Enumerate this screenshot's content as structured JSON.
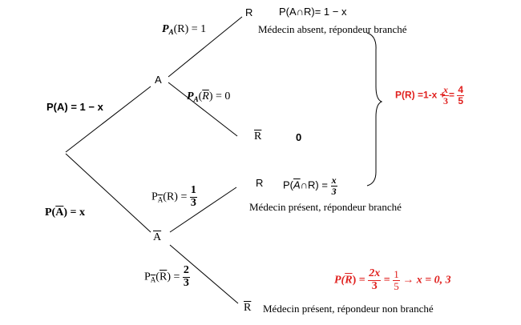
{
  "nodes": {
    "root_branch_a_prob": "P(A) = 1 − x",
    "root_branch_abar_prob_prefix": "P(",
    "root_branch_abar_letter": "A",
    "root_branch_abar_prob_suffix": ") = x",
    "node_a": "A",
    "node_abar": "A",
    "leaf_r_top": "R",
    "leaf_rbar_mid": "R",
    "leaf_r_lower": "R",
    "leaf_rbar_bottom": "R"
  },
  "branches": {
    "pa_r_prefix": "P",
    "pa_r_sub": "A",
    "pa_r_arg": "(R) = 1",
    "pa_rbar_prefix": "P",
    "pa_rbar_sub": "A",
    "pa_rbar_arg_open": "(",
    "pa_rbar_letter": "R",
    "pa_rbar_arg_close": ") = 0",
    "pabar_r_prefix": "P",
    "pabar_r_sub": "A",
    "pabar_r_arg": "(R) =",
    "pabar_r_num": "1",
    "pabar_r_den": "3",
    "pabar_rbar_prefix": "P",
    "pabar_rbar_sub": "A",
    "pabar_rbar_arg_open": "(",
    "pabar_rbar_letter": "R",
    "pabar_rbar_arg_close": ") =",
    "pabar_rbar_num": "2",
    "pabar_rbar_den": "3"
  },
  "outcomes": {
    "joint_a_r": "P(A∩R)= 1 − x",
    "desc_top": "Médecin absent, répondeur branché",
    "zero_value": "0",
    "joint_abar_r_prefix": "P(",
    "joint_abar_r_letter": "A",
    "joint_abar_r_suffix": "∩R) =",
    "joint_abar_r_num": "x",
    "joint_abar_r_den": "3",
    "desc_mid": "Médecin présent, répondeur branché",
    "desc_bottom": "Médecin présent, répondeur non branché"
  },
  "results": {
    "total_prefix": "P(R) =1-x +",
    "total_frac1_num": "x",
    "total_frac1_den": "3",
    "total_eq": "=",
    "total_frac2_num": "4",
    "total_frac2_den": "5",
    "compl_prefix": "P(",
    "compl_letter": "R",
    "compl_eq1": ") =",
    "compl_f1_num": "2x",
    "compl_f1_den": "3",
    "compl_eq2": "=",
    "compl_f2_num": "1",
    "compl_f2_den": "5",
    "compl_tail": "→ x = 0, 3"
  },
  "colors": {
    "text": "#000000",
    "result": "#e0201e",
    "line": "#000000"
  }
}
